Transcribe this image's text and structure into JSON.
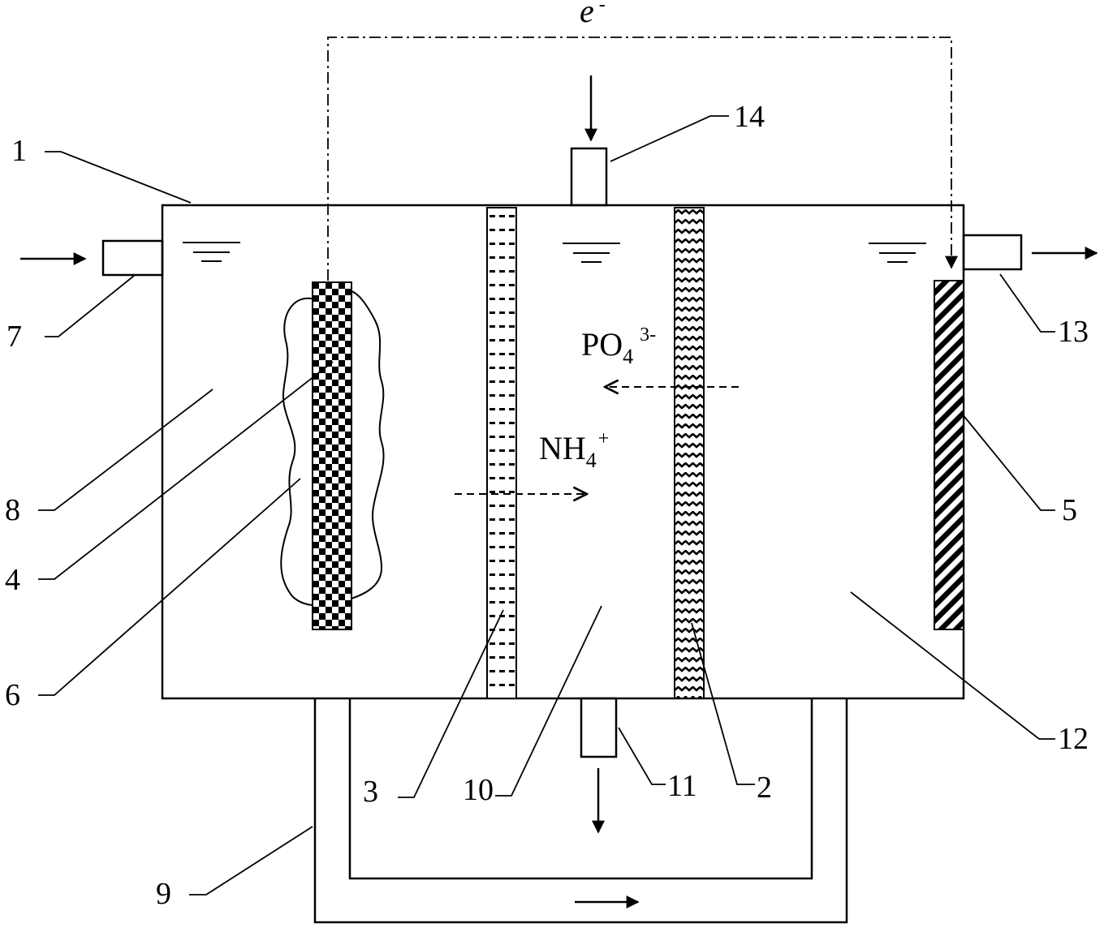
{
  "electron_label": "e",
  "electron_sup": "-",
  "ions": {
    "phosphate": {
      "base": "PO",
      "sub": "4",
      "sup": "3-"
    },
    "ammonium": {
      "base": "NH",
      "sub": "4",
      "sup": "+"
    }
  },
  "labels": [
    "1",
    "2",
    "3",
    "4",
    "5",
    "6",
    "7",
    "8",
    "9",
    "10",
    "11",
    "12",
    "13",
    "14"
  ],
  "colors": {
    "ink": "#000000",
    "background": "#ffffff"
  }
}
